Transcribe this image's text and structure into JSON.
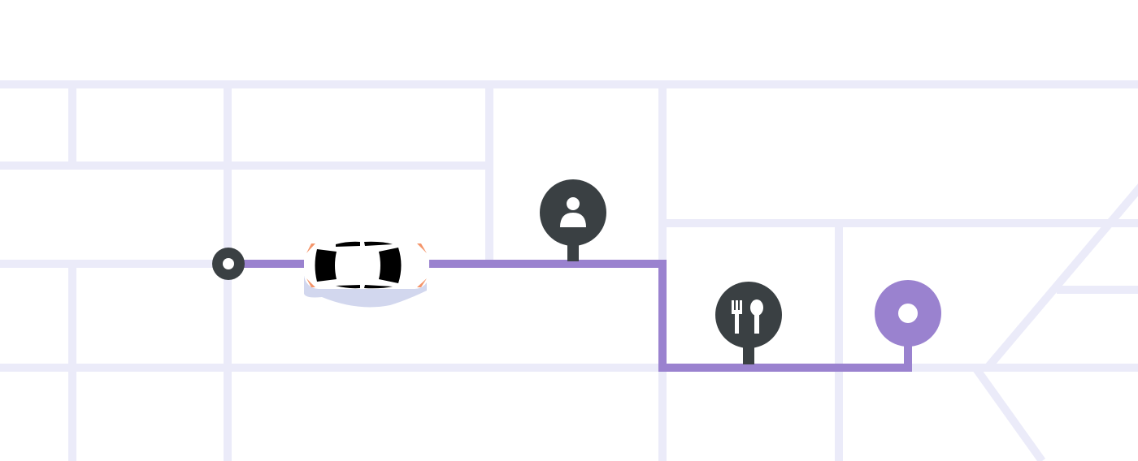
{
  "map": {
    "colors": {
      "road": "#ebebf9",
      "route": "#9a82cf",
      "pin": "#3a4043",
      "destination": "#9a82cf",
      "car_body": "#ffffff",
      "car_windows": "#000000",
      "car_lights": "#f4956a",
      "car_shadow": "#d2d7ee"
    },
    "markers": [
      {
        "type": "origin",
        "icon": "origin-dot-icon"
      },
      {
        "type": "pickup",
        "icon": "person-icon"
      },
      {
        "type": "stop",
        "icon": "fork-spoon-icon"
      },
      {
        "type": "destination",
        "icon": "destination-pin-icon"
      }
    ],
    "vehicle": {
      "icon": "car-icon"
    }
  }
}
